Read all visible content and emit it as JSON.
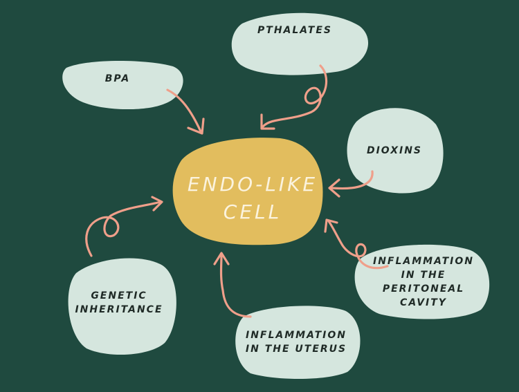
{
  "center": {
    "label": "ENDO-LIKE\nCELL",
    "color": "#e2bd5e"
  },
  "blob_color": "#d5e6de",
  "arrow_color": "#ef9f8a",
  "nodes": [
    {
      "id": "bpa",
      "label": "BPA"
    },
    {
      "id": "pthalates",
      "label": "PTHALATES"
    },
    {
      "id": "dioxins",
      "label": "DIOXINS"
    },
    {
      "id": "inflammation-peritoneal",
      "label": "INFLAMMATION\nIN THE\nPERITONEAL\nCAVITY"
    },
    {
      "id": "inflammation-uterus",
      "label": "INFLAMMATION\nIN THE UTERUS"
    },
    {
      "id": "genetic-inheritance",
      "label": "GENETIC\nINHERITANCE"
    }
  ]
}
